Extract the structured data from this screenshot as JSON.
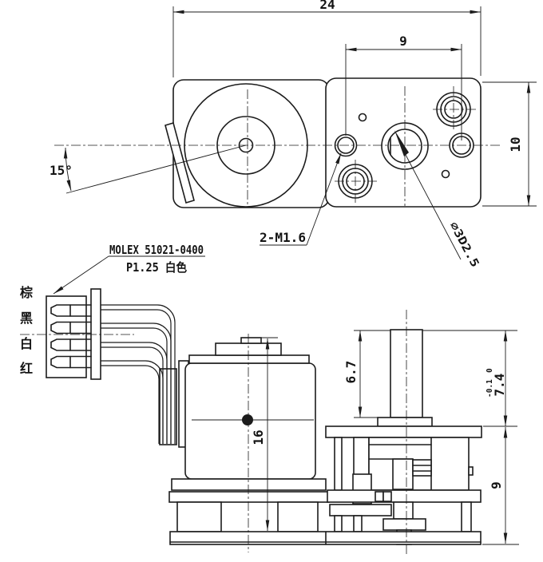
{
  "drawing": {
    "background": "#ffffff",
    "line_color": "#1c1c1c",
    "top_view": {
      "dim_overall_width": "24",
      "dim_hole_spacing": "9",
      "dim_overall_height": "10",
      "dim_lever_angle": "15°",
      "note_mounting_holes": "2-M1.6",
      "note_output_shaft": "∅3D2.5"
    },
    "side_view": {
      "note_connector_model": "MOLEX 51021-0400",
      "note_connector_pitch": "P1.25 白色",
      "wire_colors": [
        "棕",
        "黑",
        "白",
        "红"
      ],
      "dim_motor_center_height": "16",
      "dim_shaft_exposed_length": "6.7",
      "dim_shaft_height": "7.4",
      "dim_shaft_height_tol_upper": "0",
      "dim_shaft_height_tol_lower": "-0.1",
      "dim_gearbox_height": "9"
    }
  }
}
